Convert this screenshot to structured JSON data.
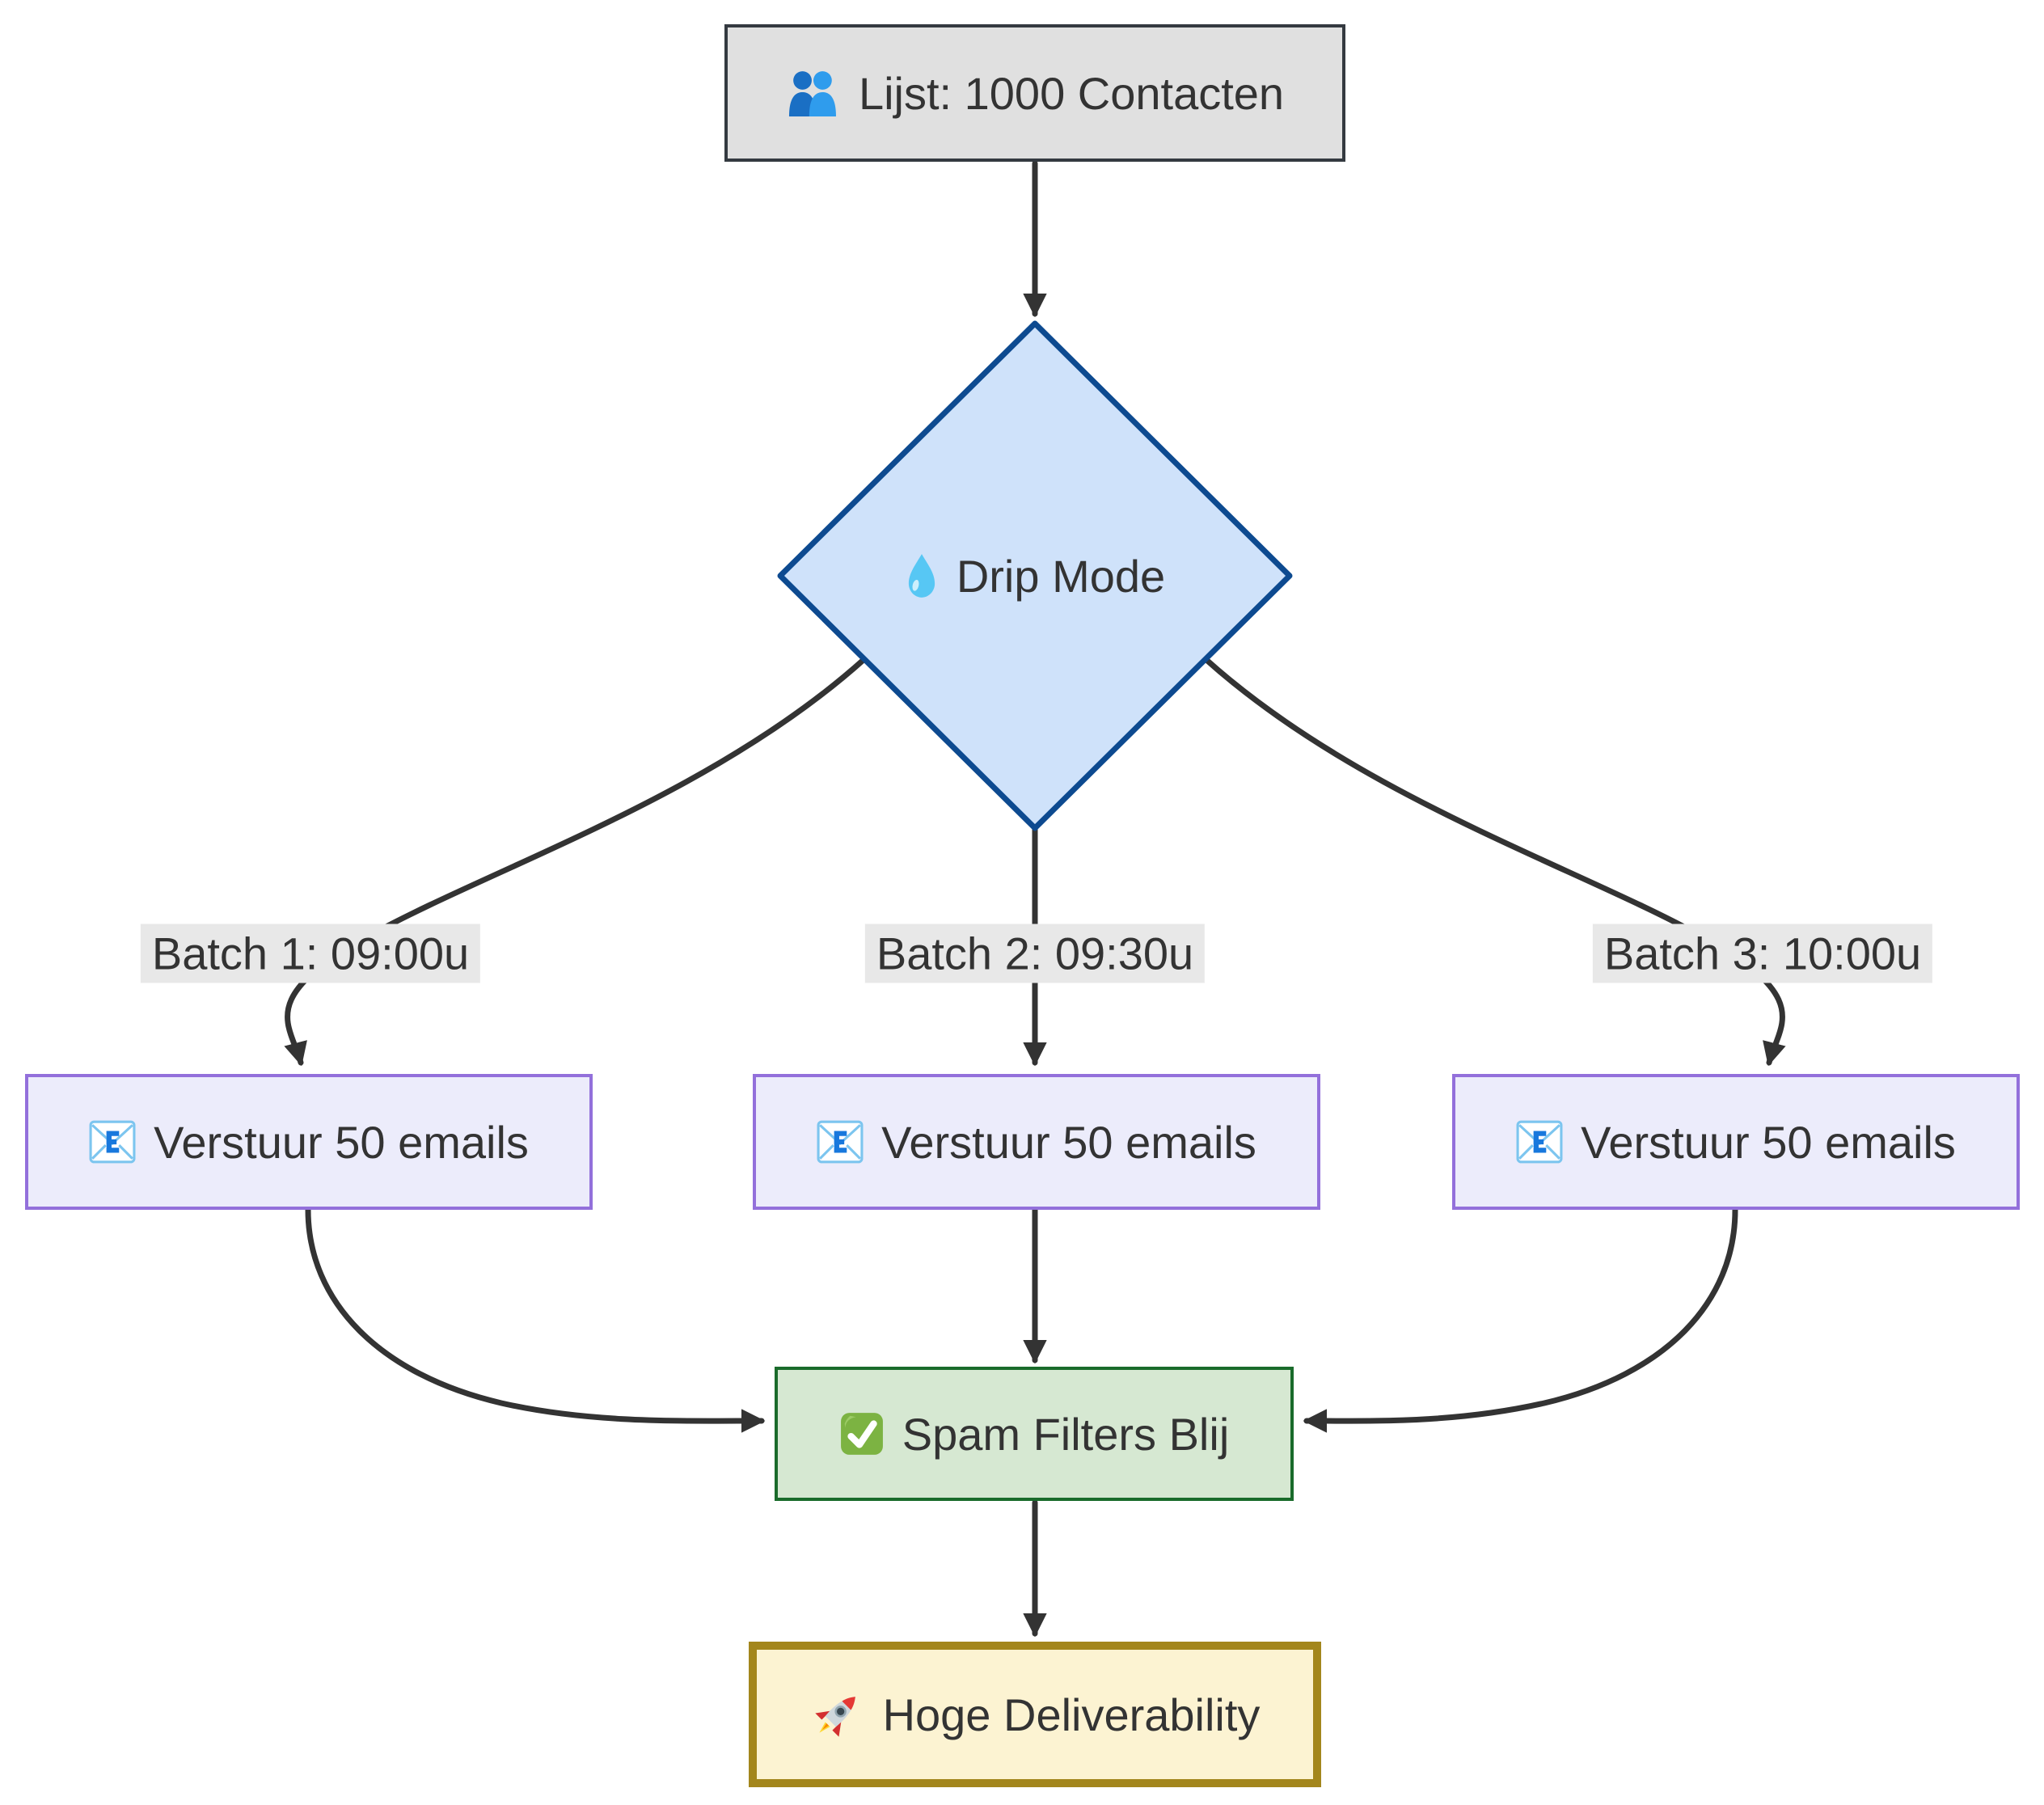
{
  "diagram": {
    "type": "flowchart",
    "direction": "top-down",
    "nodes": {
      "contacts": {
        "label": "Lijst: 1000 Contacten",
        "icon": "busts-in-silhouette-icon",
        "shape": "rectangle",
        "fill": "#e0e0e0",
        "border": "#343a40"
      },
      "drip": {
        "label": "Drip Mode",
        "icon": "droplet-icon",
        "shape": "diamond",
        "fill": "#cfe2fa",
        "border": "#0d4a90"
      },
      "send1": {
        "label": "Verstuur 50 emails",
        "icon": "email-icon",
        "shape": "rectangle",
        "fill": "#ececfb",
        "border": "#9370db"
      },
      "send2": {
        "label": "Verstuur 50 emails",
        "icon": "email-icon",
        "shape": "rectangle",
        "fill": "#ececfb",
        "border": "#9370db"
      },
      "send3": {
        "label": "Verstuur 50 emails",
        "icon": "email-icon",
        "shape": "rectangle",
        "fill": "#ececfb",
        "border": "#9370db"
      },
      "spam": {
        "label": "Spam Filters Blij",
        "icon": "check-mark-icon",
        "shape": "rectangle",
        "fill": "#d6e8d2",
        "border": "#1a6b2b"
      },
      "deliverability": {
        "label": "Hoge Deliverability",
        "icon": "rocket-icon",
        "shape": "rectangle",
        "fill": "#fcf3d2",
        "border": "#a3861c"
      }
    },
    "edges": [
      {
        "from": "contacts",
        "to": "drip",
        "label": ""
      },
      {
        "from": "drip",
        "to": "send1",
        "label": "Batch 1: 09:00u"
      },
      {
        "from": "drip",
        "to": "send2",
        "label": "Batch 2: 09:30u"
      },
      {
        "from": "drip",
        "to": "send3",
        "label": "Batch 3: 10:00u"
      },
      {
        "from": "send1",
        "to": "spam",
        "label": ""
      },
      {
        "from": "send2",
        "to": "spam",
        "label": ""
      },
      {
        "from": "send3",
        "to": "spam",
        "label": ""
      },
      {
        "from": "spam",
        "to": "deliverability",
        "label": ""
      }
    ],
    "colors": {
      "edge": "#333333",
      "text": "#333333",
      "edge_label_background": "#e8e8e8",
      "background": "#ffffff"
    }
  }
}
